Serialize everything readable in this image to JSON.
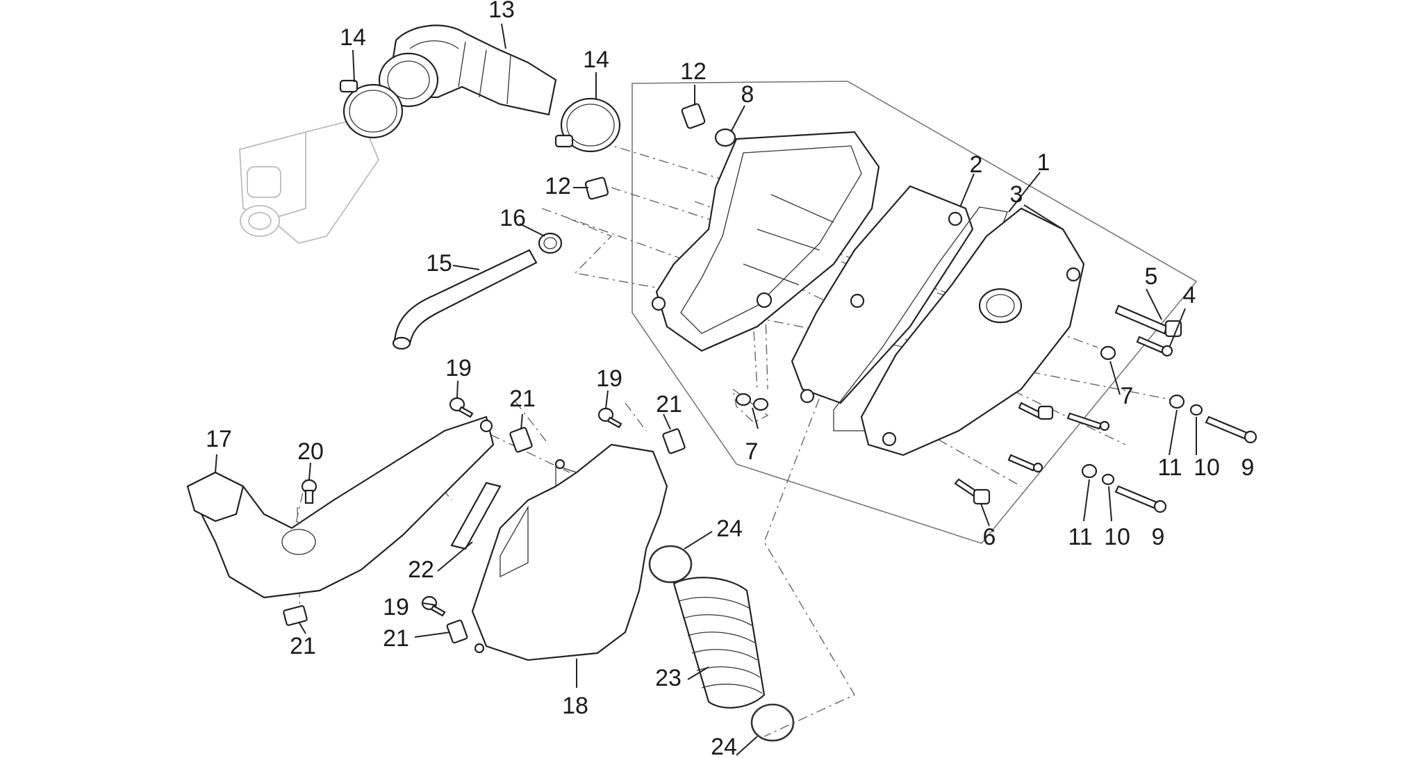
{
  "callouts": [
    {
      "id": "1",
      "text": "1"
    },
    {
      "id": "2",
      "text": "2"
    },
    {
      "id": "3",
      "text": "3"
    },
    {
      "id": "4",
      "text": "4"
    },
    {
      "id": "5",
      "text": "5"
    },
    {
      "id": "6",
      "text": "6"
    },
    {
      "id": "7a",
      "text": "7"
    },
    {
      "id": "7b",
      "text": "7"
    },
    {
      "id": "8",
      "text": "8"
    },
    {
      "id": "9a",
      "text": "9"
    },
    {
      "id": "9b",
      "text": "9"
    },
    {
      "id": "10a",
      "text": "10"
    },
    {
      "id": "10b",
      "text": "10"
    },
    {
      "id": "11a",
      "text": "11"
    },
    {
      "id": "11b",
      "text": "11"
    },
    {
      "id": "12a",
      "text": "12"
    },
    {
      "id": "12b",
      "text": "12"
    },
    {
      "id": "13",
      "text": "13"
    },
    {
      "id": "14a",
      "text": "14"
    },
    {
      "id": "14b",
      "text": "14"
    },
    {
      "id": "15",
      "text": "15"
    },
    {
      "id": "16",
      "text": "16"
    },
    {
      "id": "17",
      "text": "17"
    },
    {
      "id": "18",
      "text": "18"
    },
    {
      "id": "19a",
      "text": "19"
    },
    {
      "id": "19b",
      "text": "19"
    },
    {
      "id": "19c",
      "text": "19"
    },
    {
      "id": "20",
      "text": "20"
    },
    {
      "id": "21a",
      "text": "21"
    },
    {
      "id": "21b",
      "text": "21"
    },
    {
      "id": "21c",
      "text": "21"
    },
    {
      "id": "21d",
      "text": "21"
    },
    {
      "id": "22",
      "text": "22"
    },
    {
      "id": "23",
      "text": "23"
    },
    {
      "id": "24a",
      "text": "24"
    },
    {
      "id": "24b",
      "text": "24"
    }
  ]
}
